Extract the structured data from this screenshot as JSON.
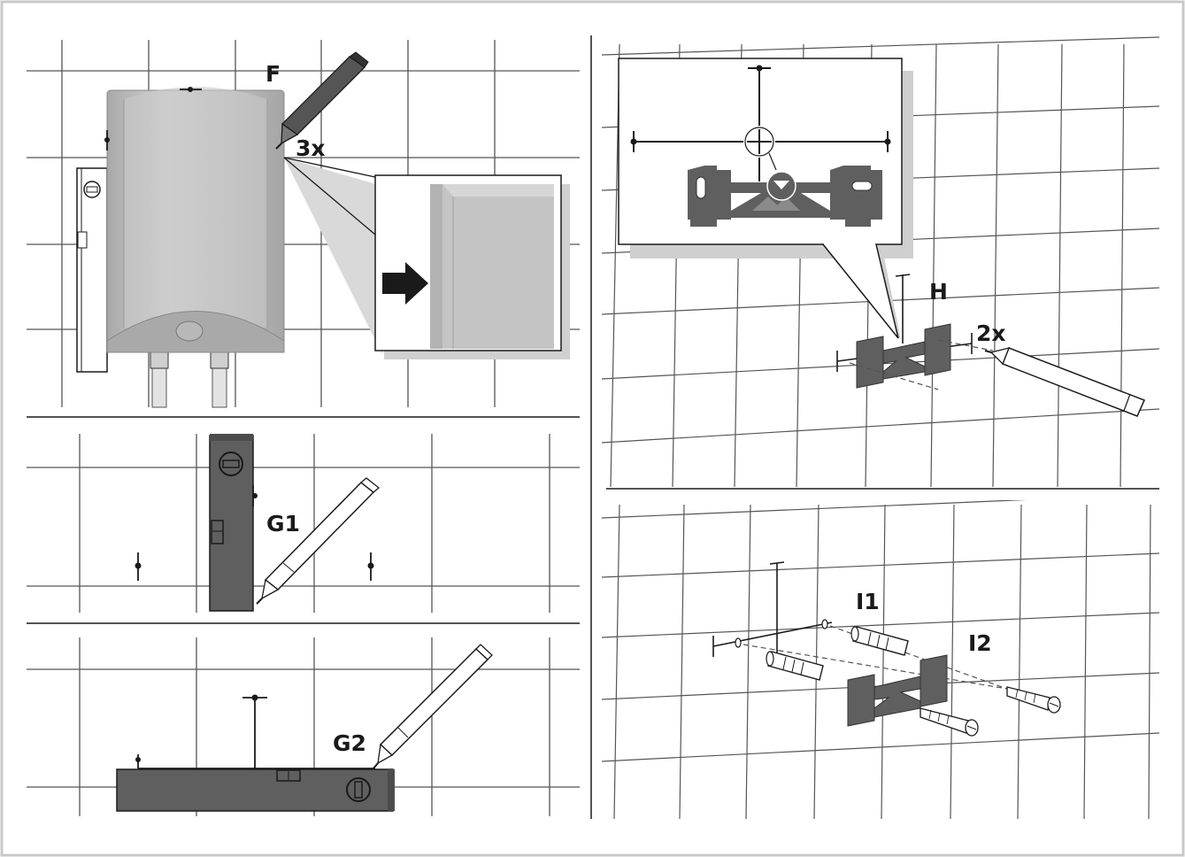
{
  "labels": {
    "F": "F",
    "three_x": "3x",
    "G1": "G1",
    "G2": "G2",
    "H": "H",
    "two_x": "2x",
    "I1": "I1",
    "I2": "I2"
  },
  "colors": {
    "frame": "#c8c8c8",
    "line": "#1a1a1a",
    "grid": "#555555",
    "dark_part": "#5f5f5f",
    "device": "#bdbdbd",
    "shadow": "#cfcfcf"
  },
  "icons": {
    "arrow": "arrow-right-icon",
    "pen": "marker-pen-icon",
    "level": "spirit-level-icon",
    "bracket": "wall-bracket-icon",
    "screw": "screw-icon",
    "dowel": "wall-plug-icon"
  }
}
